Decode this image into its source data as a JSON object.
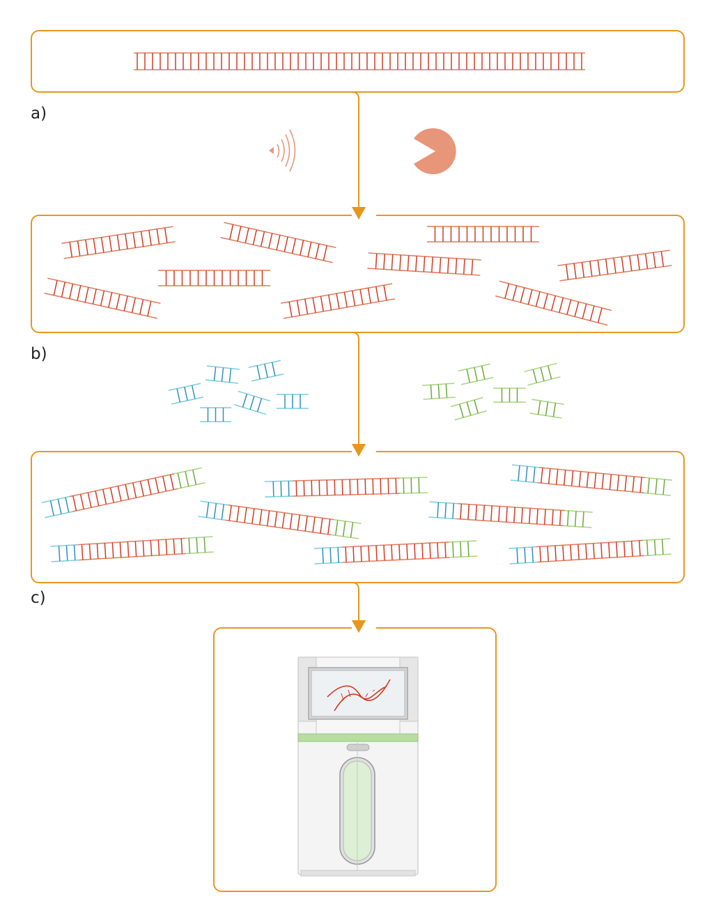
{
  "steps": [
    {
      "label": "a)"
    },
    {
      "label": "b)"
    },
    {
      "label": "c)"
    }
  ],
  "colors": {
    "frame": "#E8961E",
    "dna_red": "#D23A22",
    "dna_red_light": "#E07A5A",
    "adapter_blue": "#2E8FBF",
    "adapter_blue_light": "#7ACCE0",
    "adapter_green": "#6AAA3A",
    "adapter_green_light": "#A6D47C",
    "tool": "#E8967A",
    "sequencer_body": "#F4F4F4",
    "sequencer_edge": "#C8C8C8",
    "sequencer_green": "#B8DDA0",
    "sequencer_window": "#DDEFD4",
    "screen": "#EEF1F4"
  },
  "icons": {
    "fragmentation_a": "sonication-icon",
    "fragmentation_b": "enzyme-pacman-icon",
    "sequencer": "sequencer-machine-icon"
  }
}
